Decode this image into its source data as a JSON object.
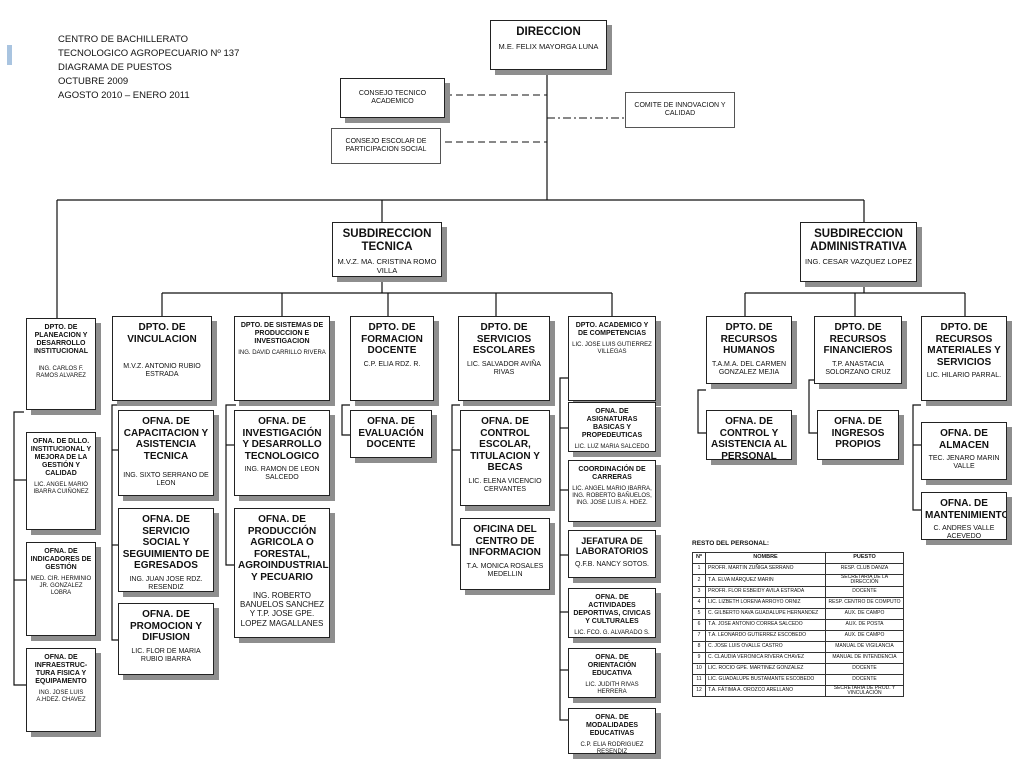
{
  "header": {
    "lines": [
      "CENTRO DE BACHILLERATO",
      "TECNOLOGICO AGROPECUARIO Nº 137",
      "DIAGRAMA DE PUESTOS",
      "OCTUBRE 2009",
      "AGOSTO 2010 – ENERO 2011"
    ]
  },
  "direccion": {
    "title": "DIRECCION",
    "name": "M.E. FELIX MAYORGA LUNA"
  },
  "consejo_tecnico": {
    "title": "CONSEJO TECNICO ACADEMICO"
  },
  "consejo_escolar": {
    "title": "CONSEJO ESCOLAR DE PARTICIPACION SOCIAL"
  },
  "comite": {
    "title": "COMITE DE INNOVACION Y CALIDAD"
  },
  "sub_tecnica": {
    "title": "SUBDIRECCION TECNICA",
    "name": "M.V.Z. MA. CRISTINA ROMO VILLA"
  },
  "sub_admin": {
    "title": "SUBDIRECCION ADMINISTRATIVA",
    "name": "ING. CESAR VAZQUEZ LOPEZ"
  },
  "planeacion": {
    "title": "DPTO. DE PLANEACION Y DESARROLLO INSTITUCIONAL",
    "name": "ING. CARLOS F. RAMOS ALVAREZ",
    "offices": [
      {
        "title": "OFNA. DE DLLO. INSTITUCIONAL Y MEJORA DE LA GESTIÓN Y CALIDAD",
        "name": "LIC. ANGEL MARIO IBARRA CUIÑONEZ"
      },
      {
        "title": "OFNA. DE INDICADORES DE GESTIÓN",
        "name": "MED. CIR. HERMINIO JR. GONZALEZ LOBRA"
      },
      {
        "title": "OFNA. DE INFRAESTRUC-TURA FISICA Y EQUIPAMENTO",
        "name": "ING. JOSE LUIS A.HDEZ. CHAVEZ"
      }
    ]
  },
  "vinculacion": {
    "title": "DPTO. DE VINCULACION",
    "name": "M.V.Z. ANTONIO RUBIO ESTRADA",
    "offices": [
      {
        "title": "OFNA. DE CAPACITACION Y ASISTENCIA TECNICA",
        "name": "ING. SIXTO SERRANO DE LEON"
      },
      {
        "title": "OFNA. DE SERVICIO SOCIAL Y SEGUIMIENTO DE EGRESADOS",
        "name": "ING. JUAN JOSE RDZ. RESENDIZ"
      },
      {
        "title": "OFNA. DE PROMOCION Y DIFUSION",
        "name": "LIC. FLOR DE MARIA RUBIO IBARRA"
      }
    ]
  },
  "sistemas": {
    "title": "DPTO. DE SISTEMAS DE PRODUCCION E INVESTIGACION",
    "name": "ING. DAVID CARRILLO RIVERA",
    "offices": [
      {
        "title": "OFNA. DE INVESTIGACIÓN Y DESARROLLO TECNOLOGICO",
        "name": "ING. RAMON DE LEON SALCEDO"
      },
      {
        "title": "OFNA. DE PRODUCCIÓN AGRICOLA O FORESTAL, AGROINDUSTRIAL Y PECUARIO",
        "name": "ING. ROBERTO BANUELOS SANCHEZ y T.P. JOSE GPE. LOPEZ MAGALLANES"
      }
    ]
  },
  "formacion": {
    "title": "DPTO. DE FORMACION DOCENTE",
    "name": "C.P. ELIA RDZ. R.",
    "offices": [
      {
        "title": "OFNA. DE EVALUACIÓN DOCENTE",
        "name": ""
      }
    ]
  },
  "servicios": {
    "title": "DPTO. DE SERVICIOS ESCOLARES",
    "name": "LIC. SALVADOR AVIÑA RIVAS",
    "offices": [
      {
        "title": "OFNA. DE CONTROL ESCOLAR, TITULACION Y BECAS",
        "name": "LIC. ELENA VICENCIO CERVANTES"
      },
      {
        "title": "OFICINA DEL CENTRO DE INFORMACION",
        "name": "T.A. MONICA ROSALES MEDELLIN"
      }
    ]
  },
  "academico": {
    "title": "DPTO. ACADEMICO Y DE COMPETENCIAS",
    "name": "LIC. JOSE LUIS GUTIERREZ VILLEGAS",
    "offices": [
      {
        "title": "OFNA. DE ASIGNATURAS BASICAS Y PROPEDEUTICAS",
        "name": "LIC. LUZ MARIA SALCEDO"
      },
      {
        "title": "COORDINACIÓN DE CARRERAS",
        "name": "LIC. ANGEL MARIO IBARRA, ING. ROBERTO BAÑUELOS, ING. JOSE LUIS A. HDEZ."
      },
      {
        "title": "JEFATURA DE LABORATORIOS",
        "name": "Q.F.B. NANCY SOTOS."
      },
      {
        "title": "OFNA. DE ACTIVIDADES DEPORTIVAS, CIVICAS Y CULTURALES",
        "name": "LIC. FCO. G. ALVARADO S."
      },
      {
        "title": "OFNA. DE ORIENTACIÓN EDUCATIVA",
        "name": "LIC. JUDITH RIVAS HERRERA"
      },
      {
        "title": "OFNA. DE MODALIDADES EDUCATIVAS",
        "name": "C.P. ELIA RODRIGUEZ RESENDIZ"
      }
    ]
  },
  "humanos": {
    "title": "DPTO. DE RECURSOS HUMANOS",
    "name": "T.A.M.A. DEL CARMEN GONZALEZ MEJIA",
    "offices": [
      {
        "title": "OFNA. DE CONTROL Y ASISTENCIA AL PERSONAL",
        "name": ""
      }
    ]
  },
  "financieros": {
    "title": "DPTO. DE RECURSOS FINANCIEROS",
    "name": "T.P. ANASTACIA SOLORZANO CRUZ",
    "offices": [
      {
        "title": "OFNA. DE INGRESOS PROPIOS",
        "name": ""
      }
    ]
  },
  "materiales": {
    "title": "DPTO. DE RECURSOS MATERIALES Y SERVICIOS",
    "name": "LIC. HILARIO PARRAL.",
    "offices": [
      {
        "title": "OFNA. DE ALMACEN",
        "name": "TEC. JENARO MARIN VALLE"
      },
      {
        "title": "OFNA. DE MANTENIMIENTO",
        "name": "C. ANDRES VALLE ACEVEDO"
      }
    ]
  },
  "staff": {
    "title": "RESTO DEL PERSONAL:",
    "headers": [
      "Nº",
      "NOMBRE",
      "PUESTO"
    ],
    "rows": [
      [
        "1",
        "PROFR. MARTIN ZUÑIGA SERRANO",
        "RESP. CLUB DANZA"
      ],
      [
        "2",
        "T.A. ELVA MÁRQUEZ MARIN",
        "SECRETARIA DE LA DIRECCIÓN"
      ],
      [
        "3",
        "PROFR. FLOR ESBEIDY AVILA ESTRADA",
        "DOCENTE"
      ],
      [
        "4",
        "LIC. LIZBETH LORENA ARROYO ORNIZ",
        "RESP. CENTRO DE COMPUTO"
      ],
      [
        "5",
        "C. GILBERTO NAVA GUADALUPE HERNANDEZ",
        "AUX. DE CAMPO"
      ],
      [
        "6",
        "T.A. JOSE ANTONIO CORREA SALCEDO",
        "AUX. DE POSTA"
      ],
      [
        "7",
        "T.A. LEONARDO GUTIERREZ ESCOBEDO",
        "AUX. DE CAMPO"
      ],
      [
        "8",
        "C. JOSE LUIS OVALLE CASTRO",
        "MANUAL DE VIGILANCIA"
      ],
      [
        "9",
        "C. CLAUDIA VERONICA RIVERA CHAVEZ",
        "MANUAL DE INTENDENCIA"
      ],
      [
        "10",
        "LIC. ROCIO GPE. MARTINEZ GONZALEZ",
        "DOCENTE"
      ],
      [
        "11",
        "LIC. GUADALUPE BUSTAMANTE ESCOBEDO",
        "DOCENTE"
      ],
      [
        "12",
        "T.A. FÁTIMA A. OROZCO ARELLANO",
        "SECRETARIA DE PROD. Y VINCULACIÓN"
      ]
    ]
  }
}
